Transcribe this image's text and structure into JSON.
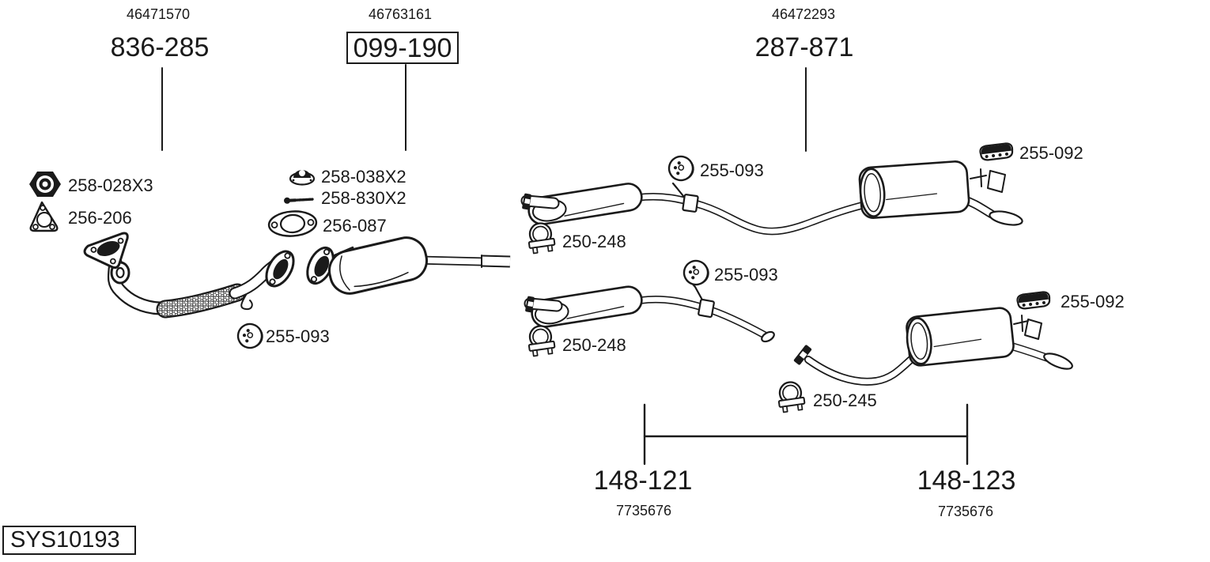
{
  "colors": {
    "ink": "#1a1a1a",
    "background": "#ffffff"
  },
  "system_id": "SYS10193",
  "main_assemblies": [
    {
      "oe_ref": "46471570",
      "part_number": "836-285",
      "boxed": false
    },
    {
      "oe_ref": "46763161",
      "part_number": "099-190",
      "boxed": true
    },
    {
      "oe_ref": "46472293",
      "part_number": "287-871",
      "boxed": false
    }
  ],
  "rear_assemblies": [
    {
      "part_number": "148-121",
      "oe_ref": "7735676"
    },
    {
      "part_number": "148-123",
      "oe_ref": "7735676"
    }
  ],
  "callouts": [
    {
      "part_number": "258-028X3",
      "icon": "hex-nut-icon"
    },
    {
      "part_number": "256-206",
      "icon": "triangle-gasket-icon"
    },
    {
      "part_number": "258-038X2",
      "icon": "flange-nut-icon"
    },
    {
      "part_number": "258-830X2",
      "icon": "bolt-icon"
    },
    {
      "part_number": "256-087",
      "icon": "oval-gasket-icon"
    },
    {
      "part_number": "255-093",
      "icon": "rubber-hanger-icon"
    },
    {
      "part_number": "255-093",
      "icon": "rubber-hanger-icon"
    },
    {
      "part_number": "255-093",
      "icon": "rubber-hanger-icon"
    },
    {
      "part_number": "255-092",
      "icon": "bracket-hanger-icon"
    },
    {
      "part_number": "255-092",
      "icon": "bracket-hanger-icon"
    },
    {
      "part_number": "250-248",
      "icon": "pipe-clamp-icon"
    },
    {
      "part_number": "250-248",
      "icon": "pipe-clamp-icon"
    },
    {
      "part_number": "250-245",
      "icon": "pipe-clamp-icon"
    }
  ]
}
